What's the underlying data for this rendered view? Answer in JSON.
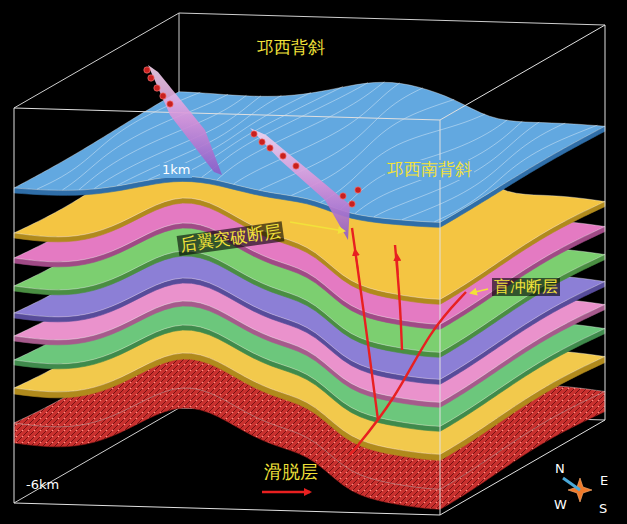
{
  "diagram": {
    "labels": [
      "邛西背斜",
      "邛西南背斜",
      "1km",
      "后翼突破断层",
      "盲冲断层",
      "滑脱层",
      "-6km",
      "N",
      "E",
      "W",
      "S"
    ]
  }
}
